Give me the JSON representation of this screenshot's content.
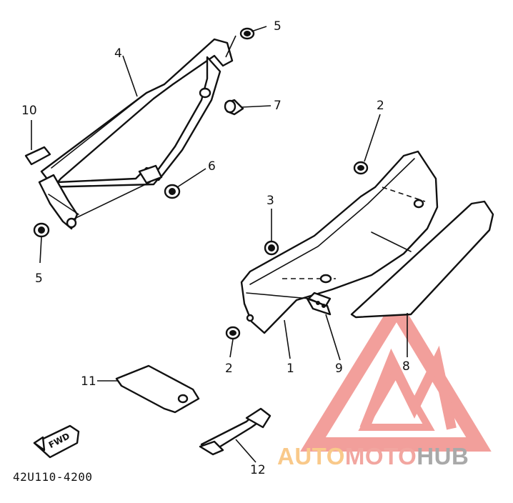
{
  "diagram": {
    "diagram_code": "42U110-4200",
    "direction_label": "FWD",
    "callouts": [
      {
        "id": "c1",
        "label": "1"
      },
      {
        "id": "c2a",
        "label": "2"
      },
      {
        "id": "c2b",
        "label": "2"
      },
      {
        "id": "c3",
        "label": "3"
      },
      {
        "id": "c4",
        "label": "4"
      },
      {
        "id": "c5a",
        "label": "5"
      },
      {
        "id": "c5b",
        "label": "5"
      },
      {
        "id": "c6",
        "label": "6"
      },
      {
        "id": "c7",
        "label": "7"
      },
      {
        "id": "c8",
        "label": "8"
      },
      {
        "id": "c9",
        "label": "9"
      },
      {
        "id": "c10",
        "label": "10"
      },
      {
        "id": "c11",
        "label": "11"
      },
      {
        "id": "c12",
        "label": "12"
      }
    ]
  },
  "watermark": {
    "text_auto": "AUTO",
    "text_moto": "MOTO",
    "text_hub": "HUB",
    "color_auto": "#f9c98a",
    "color_moto": "#f2a6a0",
    "color_hub": "#a9a9a9",
    "logo_color": "#f08f8a"
  }
}
